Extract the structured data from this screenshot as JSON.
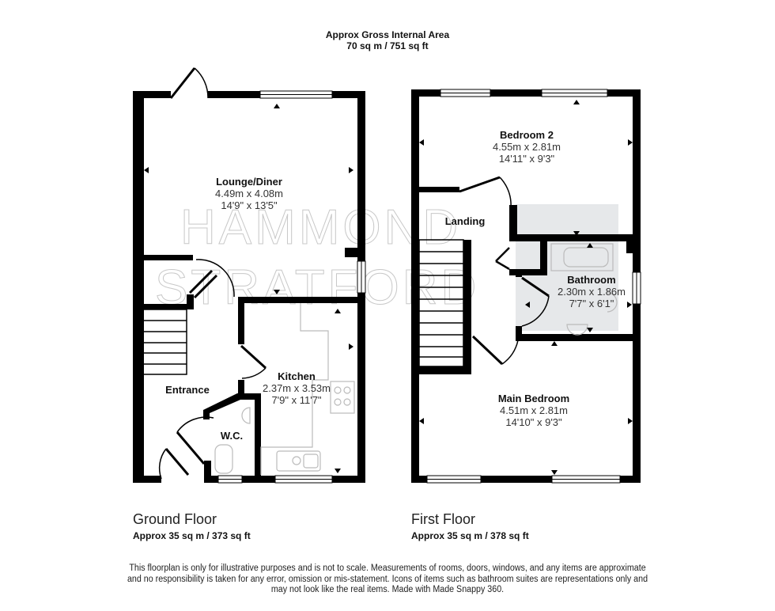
{
  "header": {
    "title": "Approx Gross Internal Area",
    "total_area": "70 sq m / 751 sq ft"
  },
  "watermark": {
    "line1": "HAMMOND",
    "line2": "STRATFORD"
  },
  "ground_floor": {
    "name": "Ground Floor",
    "area": "Approx 35 sq m / 373 sq ft",
    "rooms": [
      {
        "name": "Lounge/Diner",
        "metric": "4.49m x 4.08m",
        "imperial": "14'9\" x 13'5\""
      },
      {
        "name": "Kitchen",
        "metric": "2.37m x 3.53m",
        "imperial": "7'9\" x 11'7\""
      },
      {
        "name": "Entrance"
      },
      {
        "name": "W.C."
      }
    ]
  },
  "first_floor": {
    "name": "First Floor",
    "area": "Approx 35 sq m / 378 sq ft",
    "rooms": [
      {
        "name": "Bedroom 2",
        "metric": "4.55m x 2.81m",
        "imperial": "14'11\" x 9'3\""
      },
      {
        "name": "Landing"
      },
      {
        "name": "Bathroom",
        "metric": "2.30m x 1.86m",
        "imperial": "7'7\" x 6'1\""
      },
      {
        "name": "Main Bedroom",
        "metric": "4.51m x 2.81m",
        "imperial": "14'10\" x 9'3\""
      }
    ]
  },
  "disclaimer": {
    "line1": "This floorplan is only for illustrative purposes and is not to scale. Measurements of rooms, doors, windows, and any items are approximate",
    "line2": "and no responsibility is taken for any error, omission or mis-statement. Icons of items such as bathroom suites are representations only and",
    "line3": "may not look like the real items. Made with Made Snappy 360."
  },
  "colors": {
    "wall": "#000000",
    "fixture": "#bbbbbb",
    "watermark": "#c8c8c8",
    "watermark_block": "#e6e8ea"
  }
}
